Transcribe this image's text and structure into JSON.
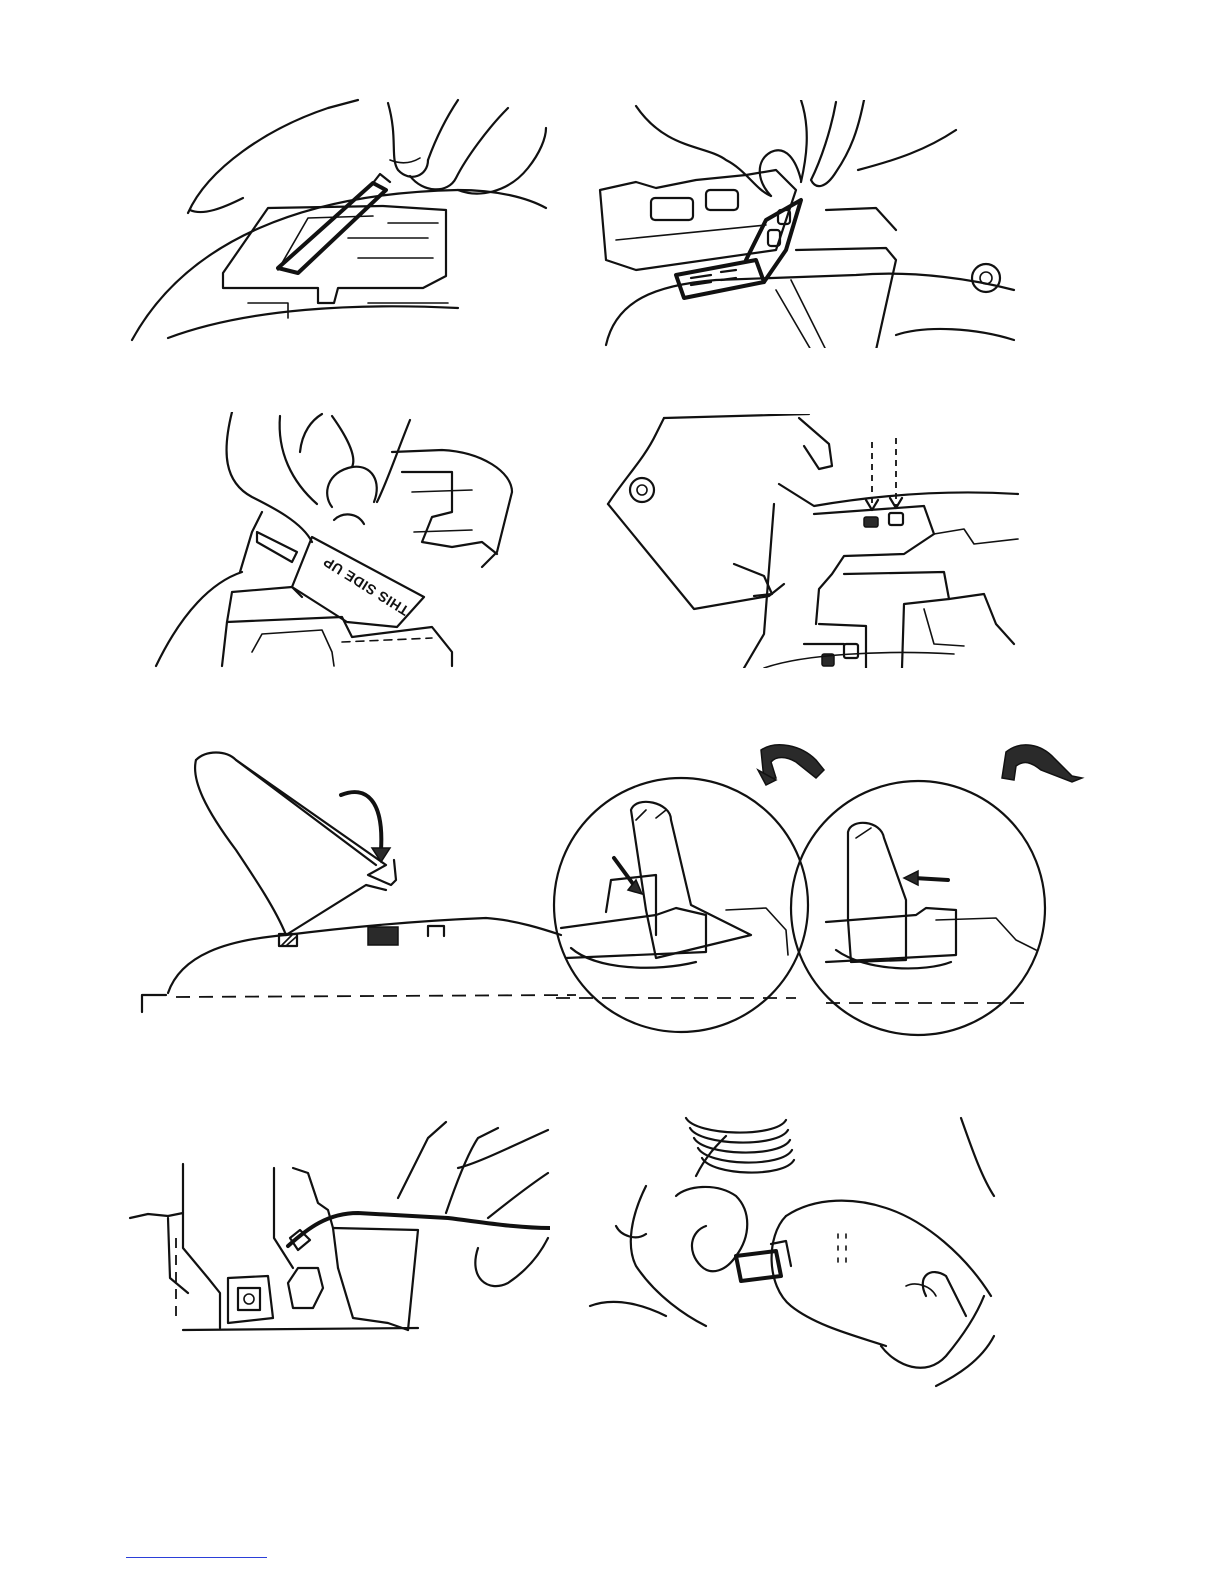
{
  "page": {
    "background": "#ffffff",
    "footer_rule_color": "#2b3fd8"
  },
  "figures": [
    {
      "id": "fig-1",
      "icon": "hand-lifting-tab-drawing"
    },
    {
      "id": "fig-2",
      "icon": "hand-folding-label-card-drawing"
    },
    {
      "id": "fig-3",
      "icon": "hand-inserting-card-drawing",
      "printed_text": "THIS SIDE UP"
    },
    {
      "id": "fig-4",
      "icon": "cover-hinge-insert-drawing"
    },
    {
      "id": "fig-5",
      "icon": "wall-mount-bracket-drawing"
    },
    {
      "id": "fig-6",
      "icon": "cord-routing-drawing"
    },
    {
      "id": "fig-7",
      "icon": "handset-cord-plug-drawing"
    }
  ]
}
